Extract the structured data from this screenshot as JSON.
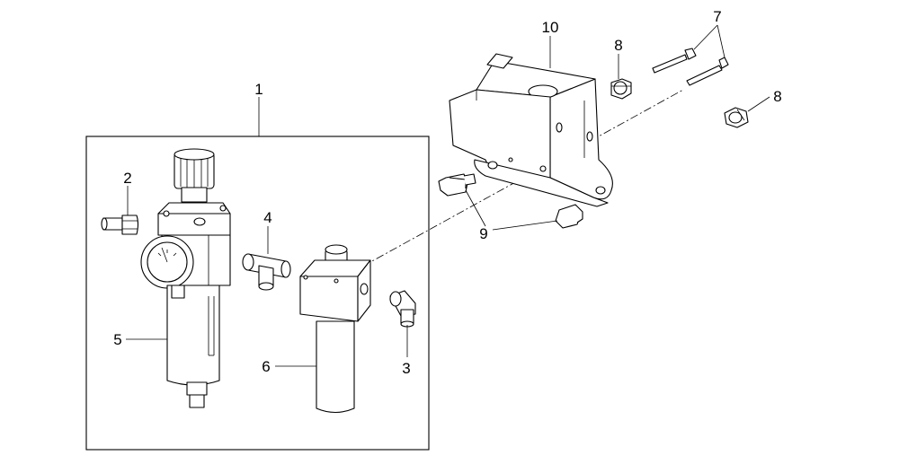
{
  "callouts": [
    {
      "id": "1",
      "label": "1"
    },
    {
      "id": "2",
      "label": "2"
    },
    {
      "id": "3",
      "label": "3"
    },
    {
      "id": "4",
      "label": "4"
    },
    {
      "id": "5",
      "label": "5"
    },
    {
      "id": "6",
      "label": "6"
    },
    {
      "id": "7",
      "label": "7"
    },
    {
      "id": "8a",
      "label": "8"
    },
    {
      "id": "8b",
      "label": "8"
    },
    {
      "id": "9",
      "label": "9"
    },
    {
      "id": "10",
      "label": "10"
    }
  ]
}
